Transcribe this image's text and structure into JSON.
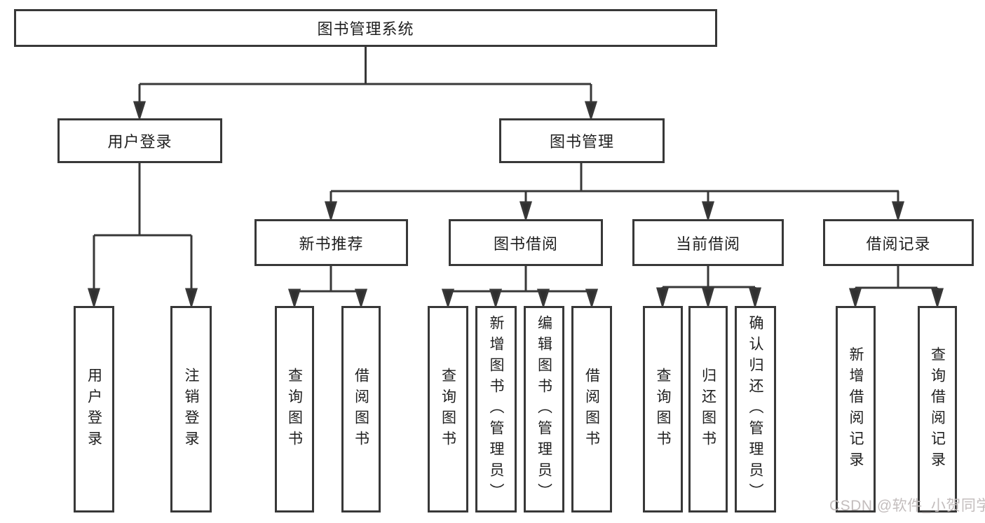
{
  "diagram": {
    "root": "图书管理系统",
    "level2": [
      "用户登录",
      "图书管理"
    ],
    "level3": [
      "新书推荐",
      "图书借阅",
      "当前借阅",
      "借阅记录"
    ],
    "leaves": [
      "用户登录",
      "注销登录",
      "查询图书",
      "借阅图书",
      "查询图书",
      "新增图书（管理员）",
      "编辑图书（管理员）",
      "借阅图书",
      "查询图书",
      "归还图书",
      "确认归还（管理员）",
      "新增借阅记录",
      "查询借阅记录"
    ]
  },
  "watermark": "CSDN @软件_小贺同学",
  "colors": {
    "line": "#383838",
    "arrow": "#2f2f2f",
    "text": "#1f1f1f",
    "watermark_text": "#c3bdbd",
    "background": "#ffffff"
  }
}
